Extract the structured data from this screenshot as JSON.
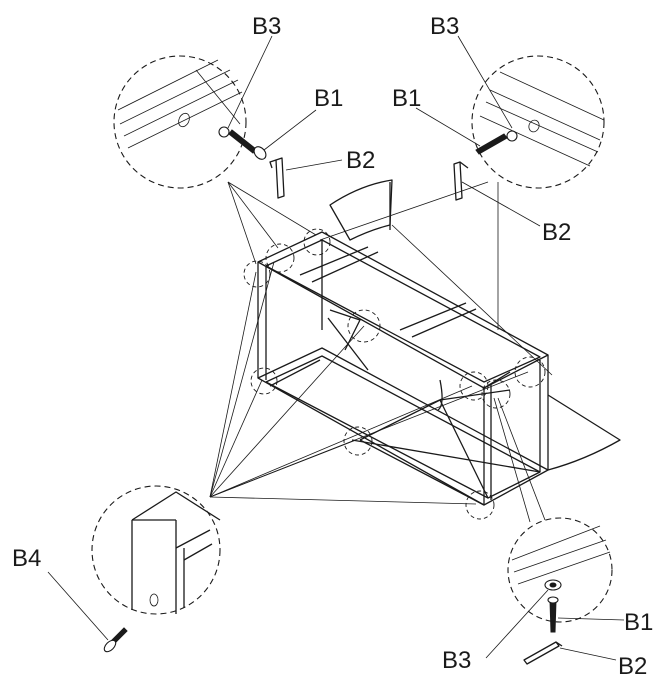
{
  "labels": {
    "top_left_washer": "B3",
    "top_left_bolt": "B1",
    "top_left_key": "B2",
    "top_right_washer": "B3",
    "top_right_bolt": "B1",
    "top_right_key": "B2",
    "bottom_left_bolt": "B4",
    "bottom_right_washer": "B3",
    "bottom_right_bolt": "B1",
    "bottom_right_key": "B2"
  }
}
